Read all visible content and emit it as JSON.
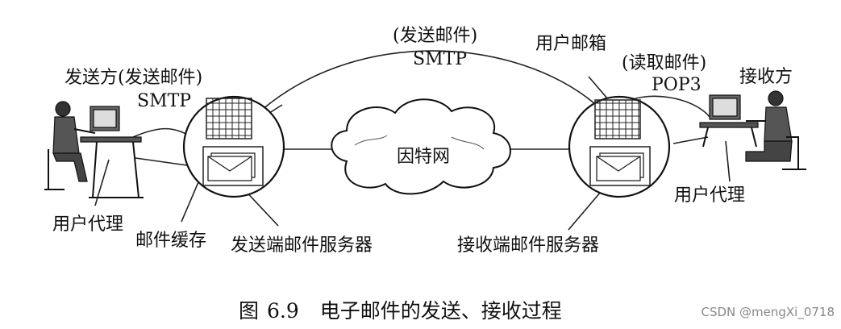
{
  "labels": {
    "sender_title": "发送方(发送邮件)",
    "sender_protocol": "SMTP",
    "top_title": "(发送邮件)",
    "top_protocol": "SMTP",
    "mailbox": "用户邮箱",
    "read_title": "(读取邮件)",
    "read_protocol": "POP3",
    "receiver": "接收方",
    "internet": "因特网",
    "user_agent_left": "用户代理",
    "mail_buffer": "邮件缓存",
    "send_server": "发送端邮件服务器",
    "recv_server": "接收端邮件服务器",
    "user_agent_right": "用户代理"
  },
  "caption": {
    "prefix": "图",
    "number": "6.9",
    "text": "电子邮件的发送、接收过程"
  },
  "watermark": "CSDN @mengXi_0718"
}
